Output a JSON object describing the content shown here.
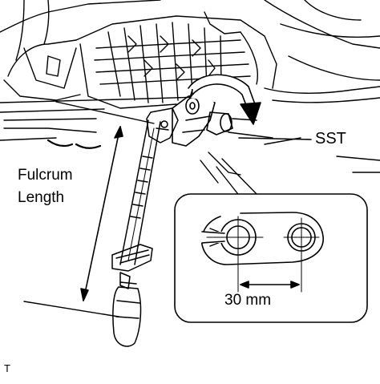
{
  "labels": {
    "fulcrum_line1": "Fulcrum",
    "fulcrum_line2": "Length",
    "sst": "SST",
    "dimension": "30 mm",
    "figure_code": "T"
  },
  "colors": {
    "stroke": "#000000",
    "background": "#ffffff"
  }
}
